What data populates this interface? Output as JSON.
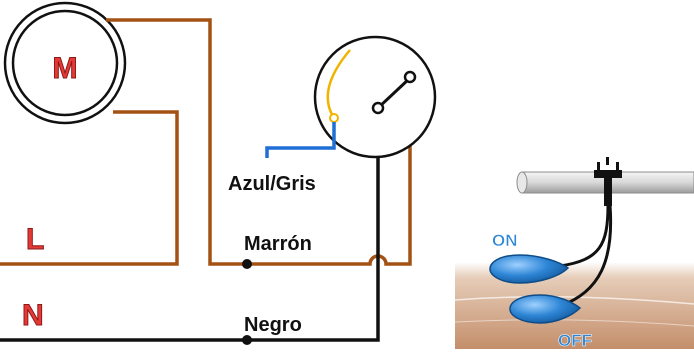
{
  "diagram": {
    "motor_symbol": "M",
    "line_label": "L",
    "neutral_label": "N",
    "switch_wire_label": "Azul/Gris",
    "brown_wire_label": "Marrón",
    "black_wire_label": "Negro"
  },
  "float_illustration": {
    "on_label": "ON",
    "off_label": "OFF"
  },
  "colors": {
    "brown_wire": "#a35214",
    "black_wire": "#111111",
    "blue_wire": "#1f6fd6",
    "yellow_arc": "#f0b400",
    "red_letter": "#e53935",
    "float_blue": "#2e86d6",
    "soil": "#c79a78"
  }
}
